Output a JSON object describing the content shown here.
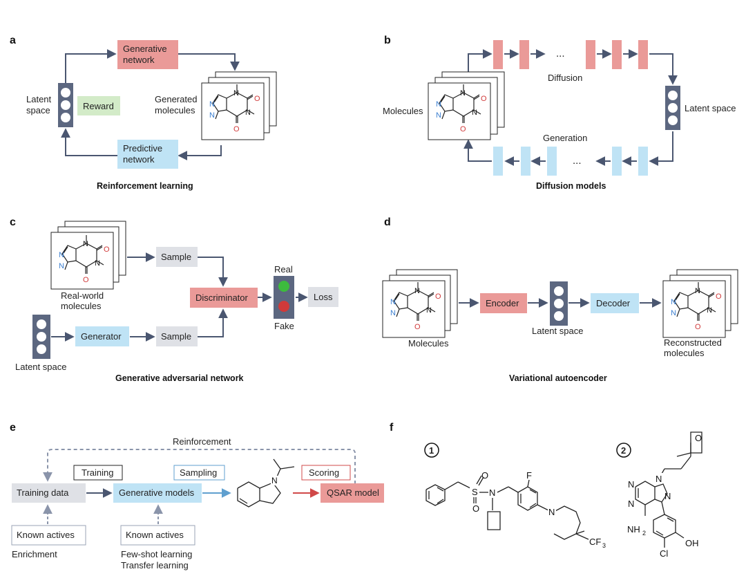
{
  "colors": {
    "arrow": "#4a5670",
    "latent_block": "#5c6780",
    "red_box": "#ea9a98",
    "blue_box": "#bfe3f5",
    "green_box": "#d3ebc8",
    "gray_box": "#dfe1e6",
    "red_arrow": "#d04848",
    "blue_arrow": "#5f9fcf",
    "dashed": "#8a94aa",
    "nitrogen": "#3a7ed0",
    "oxygen": "#d03a3a",
    "light_green": "#3dbb3d",
    "light_red": "#d03a3a"
  },
  "panel_a": {
    "letter": "a",
    "generative_network_l1": "Generative",
    "generative_network_l2": "network",
    "latent_space_l1": "Latent",
    "latent_space_l2": "space",
    "reward": "Reward",
    "generated_molecules_l1": "Generated",
    "generated_molecules_l2": "molecules",
    "predictive_network_l1": "Predictive",
    "predictive_network_l2": "network",
    "caption": "Reinforcement learning"
  },
  "panel_b": {
    "letter": "b",
    "dots_top": "...",
    "diffusion": "Diffusion",
    "molecules": "Molecules",
    "latent_space": "Latent space",
    "generation": "Generation",
    "dots_bottom": "...",
    "caption": "Diffusion models"
  },
  "panel_c": {
    "letter": "c",
    "sample_top": "Sample",
    "real_world_l1": "Real-world",
    "real_world_l2": "molecules",
    "discriminator": "Discriminator",
    "real": "Real",
    "loss": "Loss",
    "fake": "Fake",
    "generator": "Generator",
    "sample_bottom": "Sample",
    "latent_space": "Latent space",
    "caption": "Generative adversarial network"
  },
  "panel_d": {
    "letter": "d",
    "encoder": "Encoder",
    "decoder": "Decoder",
    "molecules": "Molecules",
    "latent_space": "Latent space",
    "reconstructed_l1": "Reconstructed",
    "reconstructed_l2": "molecules",
    "caption": "Variational autoencoder"
  },
  "panel_e": {
    "letter": "e",
    "reinforcement": "Reinforcement",
    "training": "Training",
    "sampling": "Sampling",
    "scoring": "Scoring",
    "training_data": "Training data",
    "generative_models": "Generative models",
    "qsar_model": "QSAR model",
    "known_actives_left": "Known actives",
    "known_actives_right": "Known actives",
    "enrichment": "Enrichment",
    "few_shot": "Few-shot learning",
    "transfer": "Transfer learning",
    "mol_N": "N"
  },
  "panel_f": {
    "letter": "f",
    "compound_1": "1",
    "compound_2": "2",
    "c1_S": "S",
    "c1_O1": "O",
    "c1_O2": "O",
    "c1_N1": "N",
    "c1_N2": "N",
    "c1_F": "F",
    "c1_CF3": "CF",
    "c1_CF3_sub": "3",
    "c2_O": "O",
    "c2_N_a": "N",
    "c2_N_b": "N",
    "c2_N_c": "N",
    "c2_N_d": "N",
    "c2_NH2": "NH",
    "c2_NH2_sub": "2",
    "c2_OH": "OH",
    "c2_Cl": "Cl"
  }
}
